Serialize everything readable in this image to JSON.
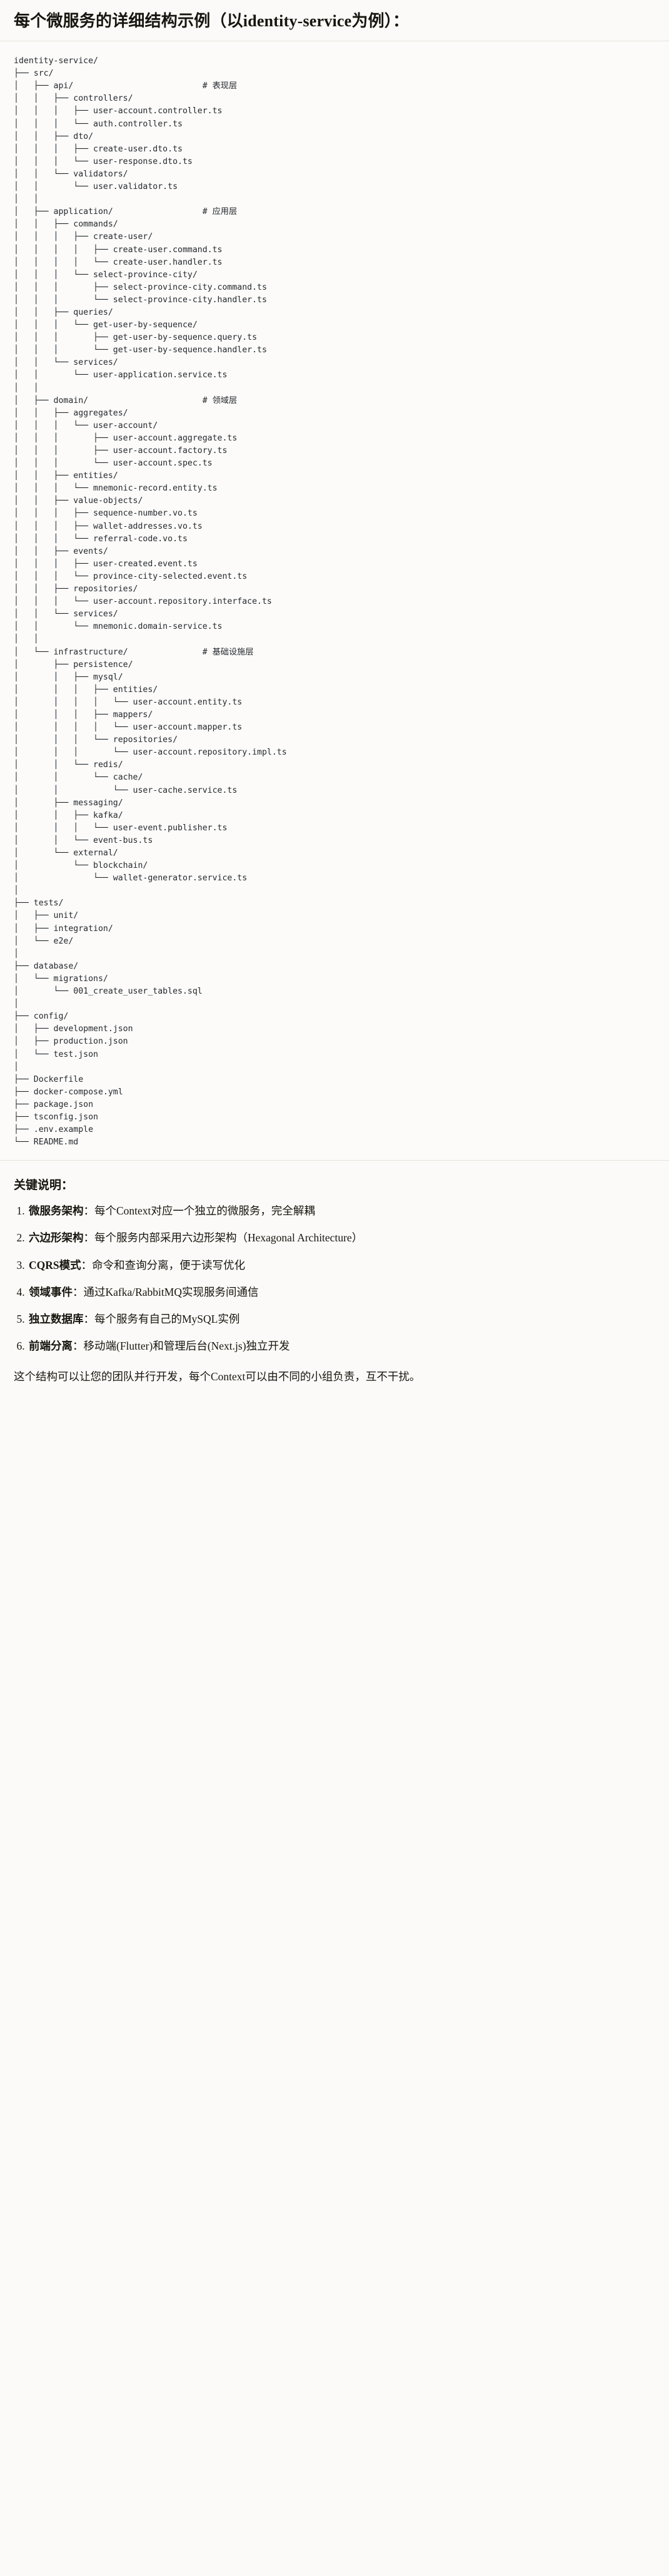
{
  "heading": "每个微服务的详细结构示例（以identity-service为例）：",
  "tree": {
    "comments": {
      "api": "# 表现层",
      "application": "# 应用层",
      "domain": "# 领域层",
      "infrastructure": "# 基础设施层"
    },
    "text": "identity-service/\n├── src/\n│   ├── api/                          # 表现层\n│   │   ├── controllers/\n│   │   │   ├── user-account.controller.ts\n│   │   │   └── auth.controller.ts\n│   │   ├── dto/\n│   │   │   ├── create-user.dto.ts\n│   │   │   └── user-response.dto.ts\n│   │   └── validators/\n│   │       └── user.validator.ts\n│   │\n│   ├── application/                  # 应用层\n│   │   ├── commands/\n│   │   │   ├── create-user/\n│   │   │   │   ├── create-user.command.ts\n│   │   │   │   └── create-user.handler.ts\n│   │   │   └── select-province-city/\n│   │   │       ├── select-province-city.command.ts\n│   │   │       └── select-province-city.handler.ts\n│   │   ├── queries/\n│   │   │   └── get-user-by-sequence/\n│   │   │       ├── get-user-by-sequence.query.ts\n│   │   │       └── get-user-by-sequence.handler.ts\n│   │   └── services/\n│   │       └── user-application.service.ts\n│   │\n│   ├── domain/                       # 领域层\n│   │   ├── aggregates/\n│   │   │   └── user-account/\n│   │   │       ├── user-account.aggregate.ts\n│   │   │       ├── user-account.factory.ts\n│   │   │       └── user-account.spec.ts\n│   │   ├── entities/\n│   │   │   └── mnemonic-record.entity.ts\n│   │   ├── value-objects/\n│   │   │   ├── sequence-number.vo.ts\n│   │   │   ├── wallet-addresses.vo.ts\n│   │   │   └── referral-code.vo.ts\n│   │   ├── events/\n│   │   │   ├── user-created.event.ts\n│   │   │   └── province-city-selected.event.ts\n│   │   ├── repositories/\n│   │   │   └── user-account.repository.interface.ts\n│   │   └── services/\n│   │       └── mnemonic.domain-service.ts\n│   │\n│   └── infrastructure/               # 基础设施层\n│       ├── persistence/\n│       │   ├── mysql/\n│       │   │   ├── entities/\n│       │   │   │   └── user-account.entity.ts\n│       │   │   ├── mappers/\n│       │   │   │   └── user-account.mapper.ts\n│       │   │   └── repositories/\n│       │   │       └── user-account.repository.impl.ts\n│       │   └── redis/\n│       │       └── cache/\n│       │           └── user-cache.service.ts\n│       ├── messaging/\n│       │   ├── kafka/\n│       │   │   └── user-event.publisher.ts\n│       │   └── event-bus.ts\n│       └── external/\n│           └── blockchain/\n│               └── wallet-generator.service.ts\n│\n├── tests/\n│   ├── unit/\n│   ├── integration/\n│   └── e2e/\n│\n├── database/\n│   └── migrations/\n│       └── 001_create_user_tables.sql\n│\n├── config/\n│   ├── development.json\n│   ├── production.json\n│   └── test.json\n│\n├── Dockerfile\n├── docker-compose.yml\n├── package.json\n├── tsconfig.json\n├── .env.example\n└── README.md"
  },
  "notes": {
    "title": "关键说明：",
    "items": [
      {
        "bold": "微服务架构",
        "rest": "：每个Context对应一个独立的微服务，完全解耦"
      },
      {
        "bold": "六边形架构",
        "rest": "：每个服务内部采用六边形架构（Hexagonal Architecture）"
      },
      {
        "bold": "CQRS模式",
        "rest": "：命令和查询分离，便于读写优化"
      },
      {
        "bold": "领域事件",
        "rest": "：通过Kafka/RabbitMQ实现服务间通信"
      },
      {
        "bold": "独立数据库",
        "rest": "：每个服务有自己的MySQL实例"
      },
      {
        "bold": "前端分离",
        "rest": "：移动端(Flutter)和管理后台(Next.js)独立开发"
      }
    ],
    "closing": "这个结构可以让您的团队并行开发，每个Context可以由不同的小组负责，互不干扰。"
  },
  "colors": {
    "background": "#fbfaf8",
    "text": "#16160f",
    "code_text": "#24292f",
    "rule": "#e6e3dc"
  }
}
